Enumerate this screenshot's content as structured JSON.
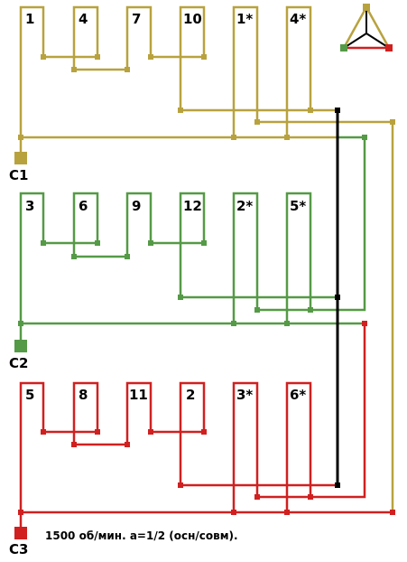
{
  "colors": {
    "phase1": "#b8a23e",
    "phase2": "#559a46",
    "phase3": "#d02020",
    "star": "#000000"
  },
  "phase1": {
    "label": "C1",
    "coils": [
      "1",
      "4",
      "7",
      "10",
      "1*",
      "4*"
    ]
  },
  "phase2": {
    "label": "C2",
    "coils": [
      "3",
      "6",
      "9",
      "12",
      "2*",
      "5*"
    ]
  },
  "phase3": {
    "label": "C3",
    "coils": [
      "5",
      "8",
      "11",
      "2",
      "3*",
      "6*"
    ]
  },
  "caption": "1500 об/мин. a=1/2 (осн/совм).",
  "icons": {
    "connection_symbol": "triangle-star-icon"
  }
}
